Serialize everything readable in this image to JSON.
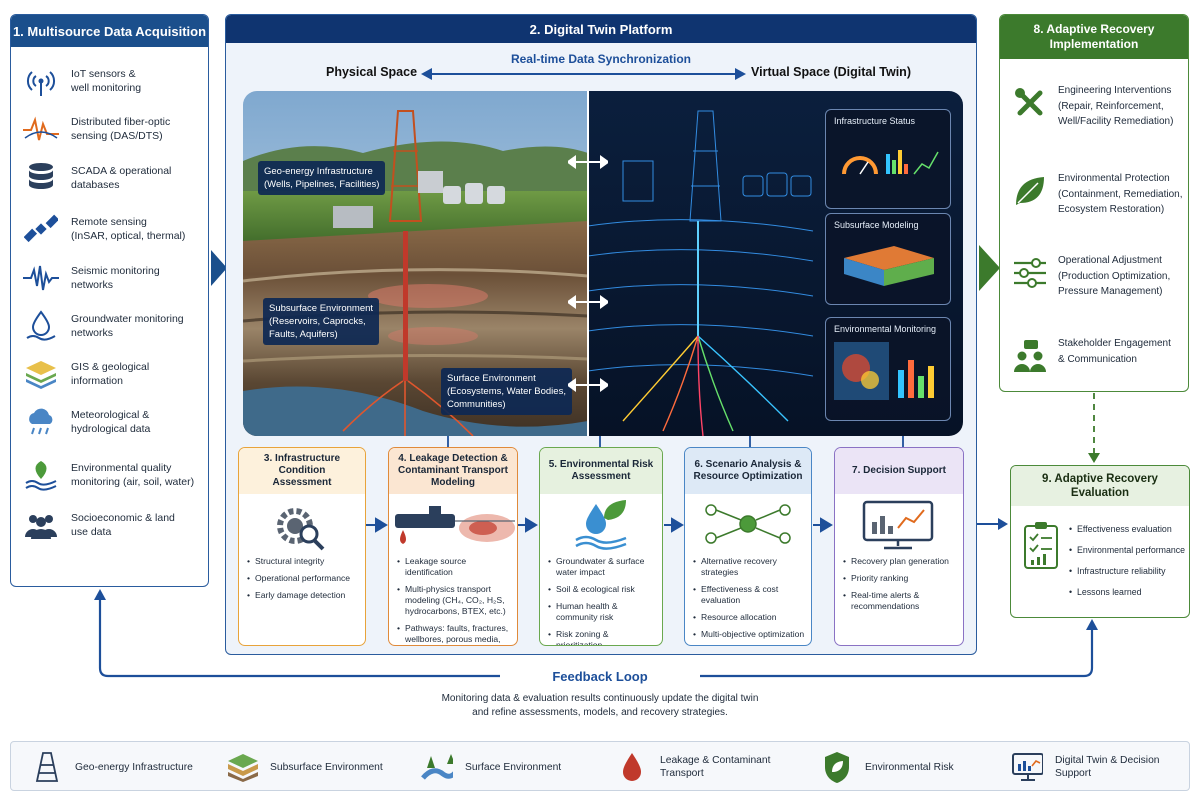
{
  "panel1": {
    "title": "1. Multisource Data Acquisition",
    "items": [
      {
        "line1": "IoT sensors &",
        "line2": "well monitoring",
        "icon": "antenna-icon"
      },
      {
        "line1": "Distributed fiber-optic",
        "line2": "sensing (DAS/DTS)",
        "icon": "fiber-signal-icon"
      },
      {
        "line1": "SCADA & operational",
        "line2": "databases",
        "icon": "database-icon"
      },
      {
        "line1": "Remote sensing",
        "line2": "(InSAR, optical, thermal)",
        "icon": "satellite-icon"
      },
      {
        "line1": "Seismic monitoring",
        "line2": "networks",
        "icon": "seismic-wave-icon"
      },
      {
        "line1": "Groundwater monitoring",
        "line2": "networks",
        "icon": "groundwater-icon"
      },
      {
        "line1": "GIS & geological",
        "line2": "information",
        "icon": "gis-layers-icon"
      },
      {
        "line1": "Meteorological &",
        "line2": "hydrological data",
        "icon": "rain-cloud-icon"
      },
      {
        "line1": "Environmental quality",
        "line2": "monitoring (air, soil, water)",
        "icon": "leaf-water-icon"
      },
      {
        "line1": "Socioeconomic & land",
        "line2": "use data",
        "icon": "people-icon"
      }
    ]
  },
  "panel2": {
    "title": "2. Digital Twin Platform",
    "physical_label": "Physical Space",
    "virtual_label": "Virtual Space (Digital Twin)",
    "sync_label": "Real-time Data Synchronization",
    "overlays": {
      "infra": {
        "line1": "Geo-energy Infrastructure",
        "line2": "(Wells, Pipelines, Facilities)"
      },
      "subsurface": {
        "line1": "Subsurface Environment",
        "line2": "(Reservoirs, Caprocks,",
        "line3": "Faults, Aquifers)"
      },
      "surface": {
        "line1": "Surface Environment",
        "line2": "(Ecosystems, Water Bodies,",
        "line3": "Communities)"
      }
    },
    "cards": {
      "infra_status": "Infrastructure Status",
      "subsurface_modeling": "Subsurface Modeling",
      "env_monitoring": "Environmental Monitoring"
    }
  },
  "steps": [
    {
      "title_l1": "3. Infrastructure Condition",
      "title_l2": "Assessment",
      "color": "#e8a33a",
      "bg": "#fdf1dc",
      "items": [
        "Structural integrity",
        "Operational performance",
        "Early damage detection"
      ]
    },
    {
      "title_l1": "4. Leakage Detection &",
      "title_l2": "Contaminant Transport",
      "title_l3": "Modeling",
      "color": "#e08a3a",
      "bg": "#fbe6d2",
      "items": [
        "Leakage source identification",
        "Multi-physics transport modeling (CH₄, CO₂, H₂S, hydrocarbons, BTEX, etc.)",
        "Pathways: faults, fractures, wellbores, porous media, groundwater"
      ]
    },
    {
      "title_l1": "5. Environmental Risk",
      "title_l2": "Assessment",
      "color": "#6aa84f",
      "bg": "#e6f1df",
      "items": [
        "Groundwater & surface water impact",
        "Soil & ecological risk",
        "Human health & community risk",
        "Risk zoning & prioritization"
      ]
    },
    {
      "title_l1": "6. Scenario Analysis &",
      "title_l2": "Resource Optimization",
      "color": "#4a86c5",
      "bg": "#dde9f6",
      "items": [
        "Alternative recovery strategies",
        "Effectiveness & cost evaluation",
        "Resource allocation",
        "Multi-objective optimization"
      ]
    },
    {
      "title_l1": "7. Decision Support",
      "title_l2": "",
      "color": "#8a72c4",
      "bg": "#ebe4f6",
      "items": [
        "Recovery plan generation",
        "Priority ranking",
        "Real-time alerts & recommendations"
      ]
    }
  ],
  "panel8": {
    "title_l1": "8. Adaptive Recovery",
    "title_l2": "Implementation",
    "items": [
      {
        "line1": "Engineering Interventions",
        "line2": "(Repair, Reinforcement,",
        "line3": "Well/Facility Remediation)",
        "icon": "tools-icon"
      },
      {
        "line1": "Environmental Protection",
        "line2": "(Containment, Remediation,",
        "line3": "Ecosystem Restoration)",
        "icon": "leaf-icon"
      },
      {
        "line1": "Operational Adjustment",
        "line2": "(Production Optimization,",
        "line3": "Pressure Management)",
        "icon": "sliders-icon"
      },
      {
        "line1": "Stakeholder Engagement",
        "line2": "& Communication",
        "line3": "",
        "icon": "stakeholders-icon"
      }
    ]
  },
  "panel9": {
    "title_l1": "9. Adaptive Recovery",
    "title_l2": "Evaluation",
    "items": [
      "Effectiveness evaluation",
      "Environmental performance",
      "Infrastructure reliability",
      "Lessons learned"
    ]
  },
  "feedback": {
    "title": "Feedback Loop",
    "line1": "Monitoring data & evaluation results continuously update the digital twin",
    "line2": "and refine assessments, models, and recovery strategies."
  },
  "legend": [
    {
      "line1": "Geo-energy Infrastructure",
      "line2": "",
      "icon": "derrick-icon"
    },
    {
      "line1": "Subsurface Environment",
      "line2": "",
      "icon": "strata-icon"
    },
    {
      "line1": "Surface Environment",
      "line2": "",
      "icon": "river-icon"
    },
    {
      "line1": "Leakage & Contaminant",
      "line2": "Transport",
      "icon": "drop-icon"
    },
    {
      "line1": "Environmental Risk",
      "line2": "",
      "icon": "shield-leaf-icon"
    },
    {
      "line1": "Digital Twin & Decision",
      "line2": "Support",
      "icon": "monitor-chart-icon"
    }
  ],
  "colors": {
    "primary_blue": "#0f3470",
    "accent_blue": "#1d4f9a",
    "green": "#3c7a2c"
  }
}
